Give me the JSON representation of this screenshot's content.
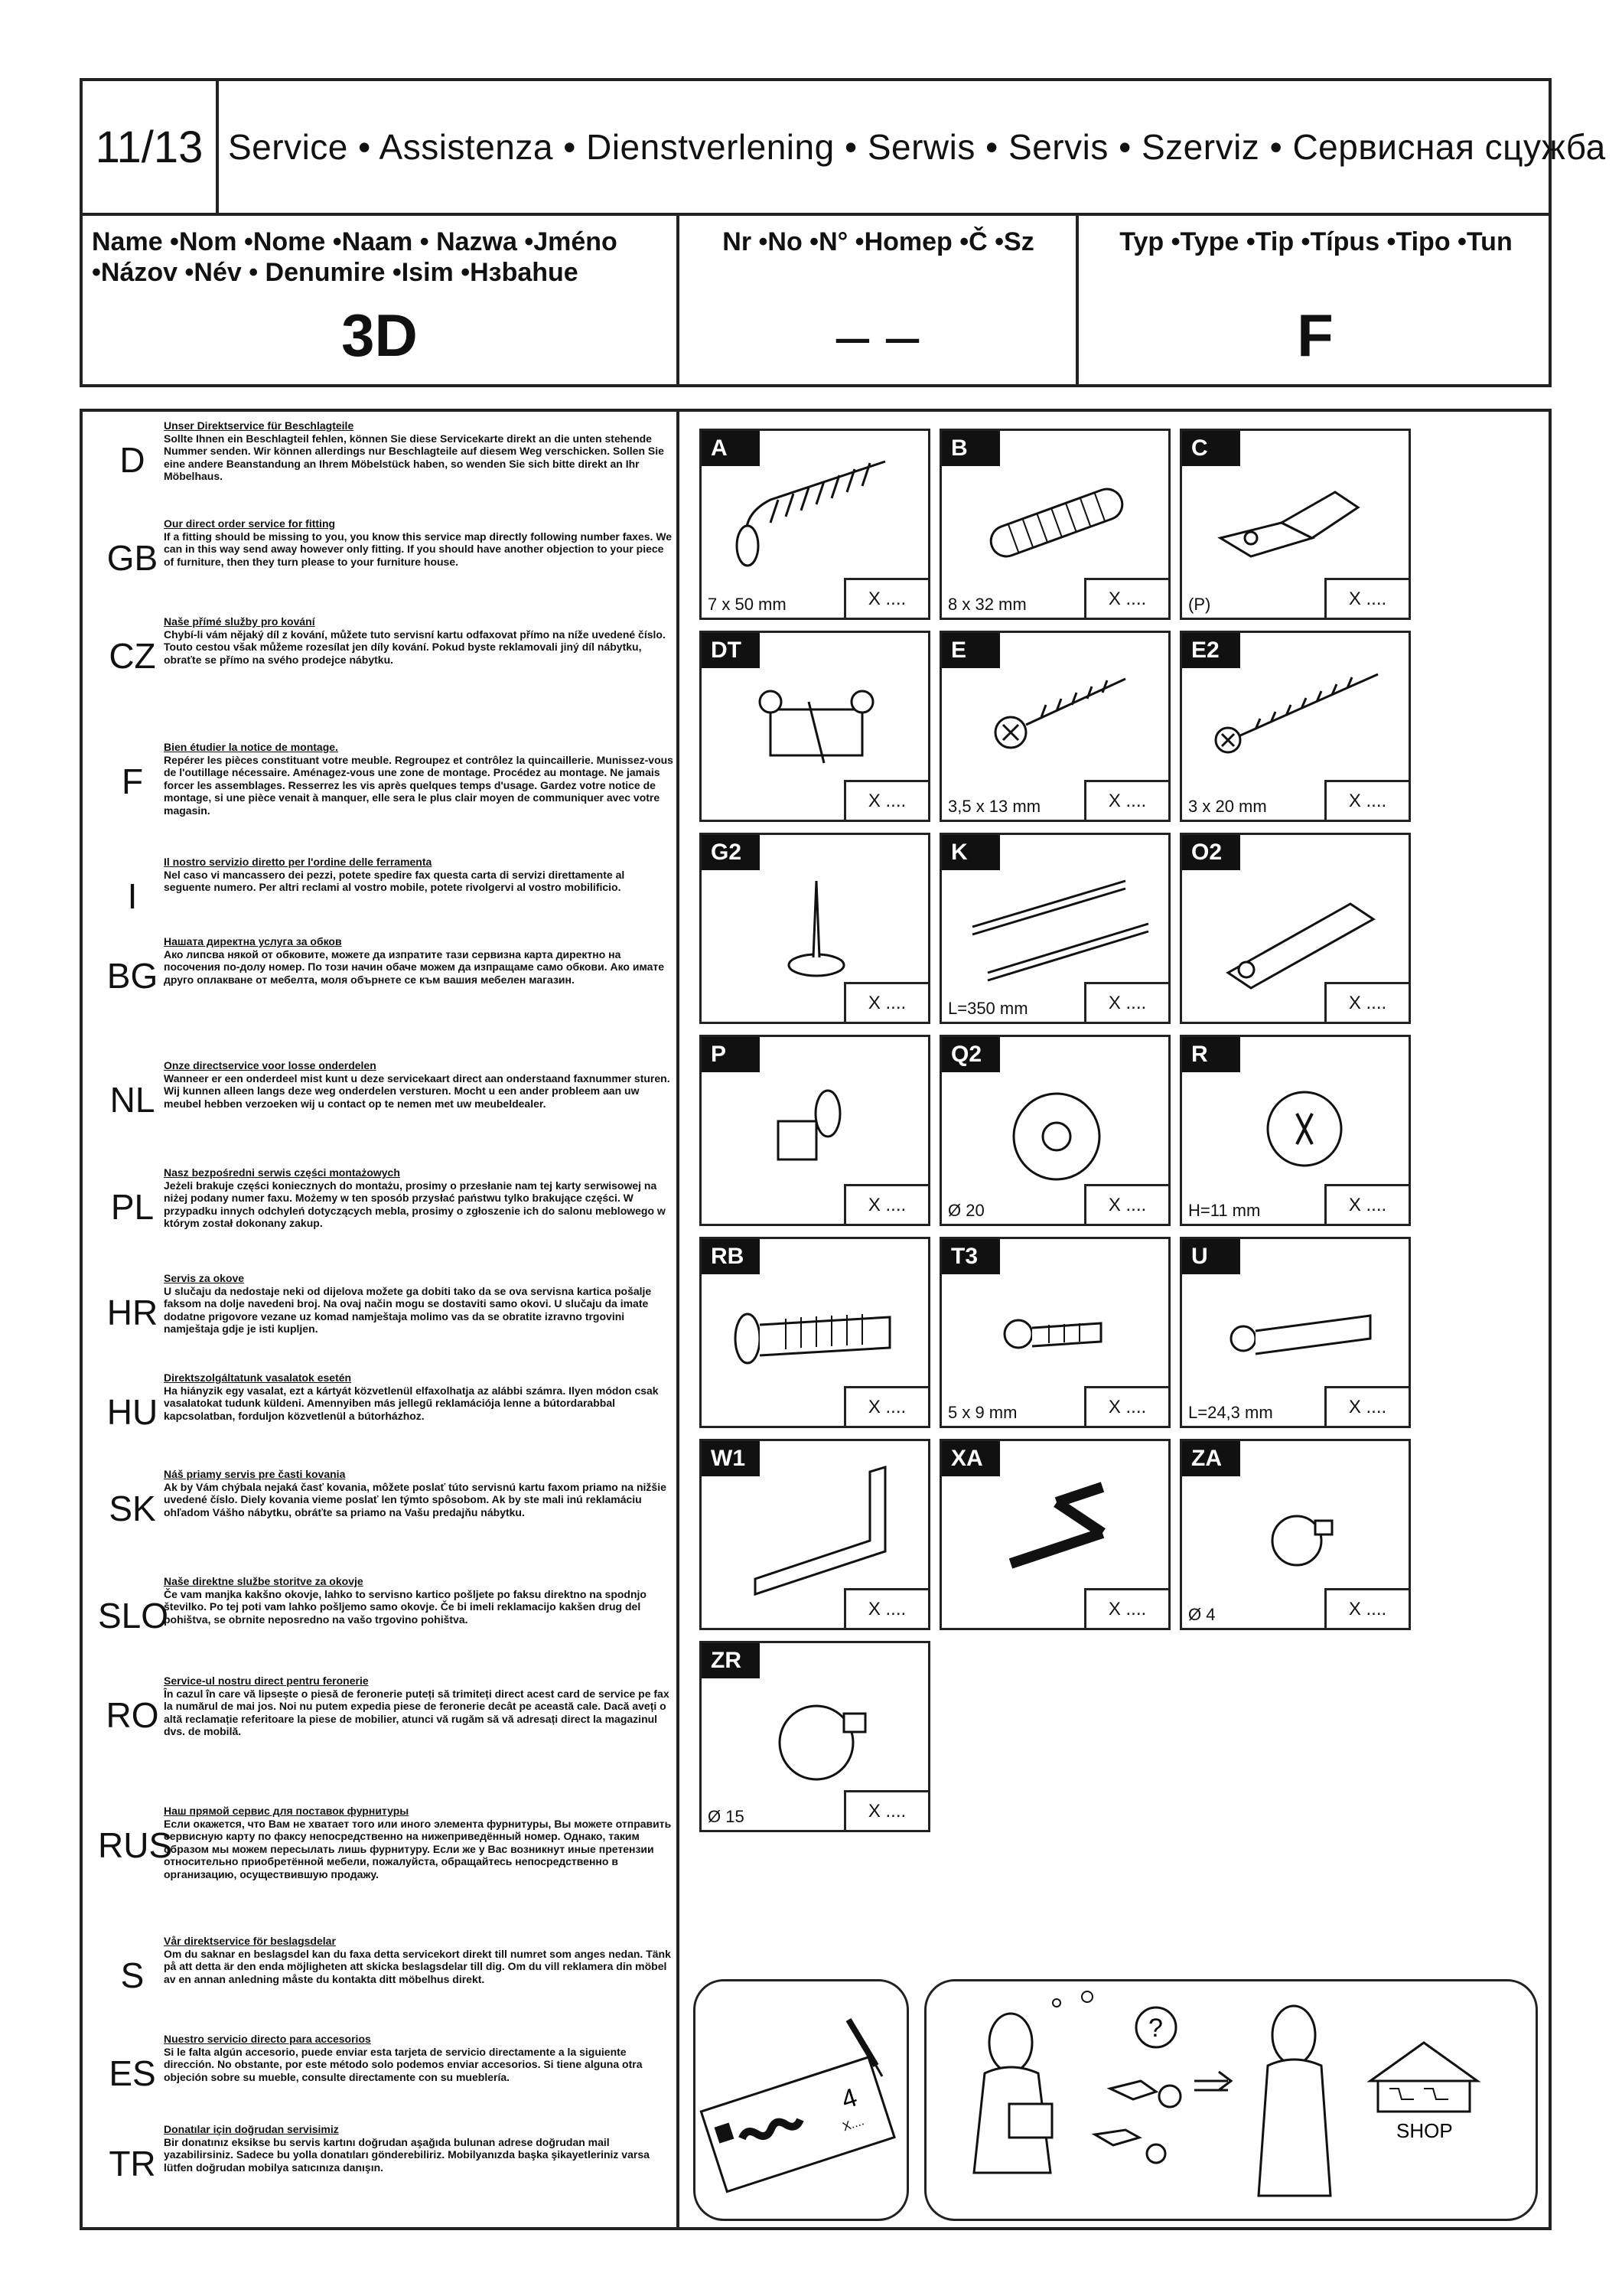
{
  "header": {
    "page_number": "11/13",
    "title": "Service • Assistenza • Dienstverlening • Serwis • Servis • Szerviz • Сервисная сцужба"
  },
  "identification": {
    "name_label": "Name •Nom •Nome •Naam • Nazwa •Jméno •Názov •Név • Denumire •Isim •Hзbahue",
    "name_value": "3D",
    "number_label": "Nr •No •N° •Homep •Č •Sz",
    "number_value": "– –",
    "type_label": "Typ •Type •Tip •Típus •Tipo •Tun",
    "type_value": "F"
  },
  "languages": [
    {
      "code": "D",
      "title": "Unser Direktservice für Beschlagteile",
      "text": "Sollte Ihnen ein Beschlagteil fehlen, können Sie diese Servicekarte direkt an die unten stehende Nummer senden. Wir können allerdings nur Beschlagteile auf diesem Weg verschicken. Sollen Sie eine andere Beanstandung an Ihrem Möbelstück haben, so wenden Sie sich bitte direkt an Ihr Möbelhaus."
    },
    {
      "code": "GB",
      "title": "Our direct order service for fitting",
      "text": "If a fitting should be missing to you, you know this service map directly following number faxes. We can in this way send away however only fitting. If you should have another objection to your piece of furniture, then they turn please to your furniture house."
    },
    {
      "code": "CZ",
      "title": "Naše přímé služby pro kování",
      "text": "Chybí-li vám nějaký díl z kování, můžete tuto servisní kartu odfaxovat přímo na níže uvedené číslo. Touto cestou však můžeme rozesílat jen díly kování. Pokud byste reklamovali jiný díl nábytku, obraťte se přímo na svého prodejce nábytku."
    },
    {
      "code": "F",
      "title": "Bien étudier la notice de montage.",
      "text": "Repérer les pièces constituant votre meuble. Regroupez et contrôlez la quincaillerie. Munissez-vous de l'outillage nécessaire. Aménagez-vous une zone de montage. Procédez au montage. Ne jamais forcer les assemblages. Resserrez les vis après quelques temps d'usage. Gardez votre notice de montage, si une pièce venait à manquer, elle sera le plus clair moyen de communiquer avec votre magasin."
    },
    {
      "code": "I",
      "title": "Il nostro servizio diretto per l'ordine delle ferramenta",
      "text": "Nel caso vi mancassero dei pezzi, potete spedire fax questa carta di servizi direttamente al seguente numero. Per altri reclami al vostro mobile, potete rivolgervi al vostro mobilificio."
    },
    {
      "code": "BG",
      "title": "Нашата директна услуга за обков",
      "text": "Ако липсва някой от обковите, можете да изпратите тази сервизна карта директно на посочения по-долу номер. По този начин обаче можем да изпращаме само обкови. Ако имате друго оплакване от мебелта, моля обърнете се към вашия мебелен магазин."
    },
    {
      "code": "NL",
      "title": "Onze directservice voor losse onderdelen",
      "text": "Wanneer er een onderdeel mist kunt u deze servicekaart direct aan onderstaand faxnummer sturen. Wij kunnen alleen langs deze weg onderdelen versturen. Mocht u een ander probleem aan uw meubel hebben verzoeken wij u contact op te nemen met uw meubeldealer."
    },
    {
      "code": "PL",
      "title": "Nasz bezpośredni serwis części montażowych",
      "text": "Jeżeli brakuje części koniecznych do montażu, prosimy o przesłanie nam tej karty serwisowej na niżej podany numer faxu. Możemy w ten sposób przysłać państwu tylko brakujące części. W przypadku innych odchyleń dotyczących mebla, prosimy o zgłoszenie ich do salonu meblowego w którym został dokonany zakup."
    },
    {
      "code": "HR",
      "title": "Servis za okove",
      "text": "U slučaju da nedostaje neki od dijelova možete ga dobiti tako da se ova servisna kartica pošalje faksom na dolje navedeni broj. Na ovaj način mogu se dostaviti samo okovi. U slučaju da imate dodatne prigovore vezane uz komad namještaja molimo vas da se obratite izravno trgovini namještaja gdje je isti kupljen."
    },
    {
      "code": "HU",
      "title": "Direktszolgáltatunk vasalatok esetén",
      "text": "Ha hiányzik egy vasalat, ezt a kártyát közvetlenül elfaxolhatja az alábbi számra. Ilyen módon csak vasalatokat tudunk küldeni. Amennyiben más jellegű reklamációja lenne a bútordarabbal kapcsolatban, forduljon közvetlenül a bútorházhoz."
    },
    {
      "code": "SK",
      "title": "Náš priamy servis pre časti kovania",
      "text": "Ak by Vám chýbala nejaká časť kovania, môžete poslať túto servisnú kartu faxom priamo na nižšie uvedené číslo. Diely kovania vieme poslať len týmto spôsobom. Ak by ste mali inú reklamáciu ohľadom Vášho nábytku, obráťte sa priamo na Vašu predajňu nábytku."
    },
    {
      "code": "SLO",
      "title": "Naše direktne službe storitve za okovje",
      "text": "Če vam manjka kakšno okovje, lahko to servisno kartico pošljete po faksu direktno na spodnjo številko. Po tej poti vam lahko pošljemo samo okovje. Če bi imeli reklamacijo kakšen drug del pohištva, se obrnite neposredno na vašo trgovino pohištva."
    },
    {
      "code": "RO",
      "title": "Service-ul nostru direct pentru feronerie",
      "text": "În cazul în care vă lipsește o piesă de feronerie puteți să trimiteți direct acest card de service pe fax la numărul de mai jos. Noi nu putem expedia piese de feronerie decât pe această cale. Dacă aveți o altă reclamație referitoare la piese de mobilier, atunci vă rugăm să vă adresați direct la magazinul dvs. de mobilă."
    },
    {
      "code": "RUS",
      "title": "Наш прямой сервис для поставок фурнитуры",
      "text": "Если окажется, что Вам не хватает того или иного элемента фурнитуры, Вы можете отправить сервисную карту по факсу непосредственно на нижеприведённый номер. Однако, таким образом мы можем пересылать лишь фурнитуру. Если же у Вас возникнут иные претензии относительно приобретённой мебели, пожалуйста, обращайтесь непосредственно в организацию, осуществившую продажу."
    },
    {
      "code": "S",
      "title": "Vår direktservice för beslagsdelar",
      "text": "Om du saknar en beslagsdel kan du faxa detta servicekort direkt till numret som anges nedan. Tänk på att detta är den enda möjligheten att skicka beslagsdelar till dig. Om du vill reklamera din möbel av en annan anledning måste du kontakta ditt möbelhus direkt."
    },
    {
      "code": "ES",
      "title": "Nuestro servicio directo para accesorios",
      "text": "Si le falta algún accesorio, puede enviar esta tarjeta de servicio directamente a la siguiente dirección. No obstante, por este método solo podemos enviar accesorios. Si tiene alguna otra objeción sobre su mueble, consulte directamente con su mueblería."
    },
    {
      "code": "TR",
      "title": "Donatılar için doğrudan servisimiz",
      "text": "Bir donatınız eksikse bu servis kartını doğrudan aşağıda bulunan adrese doğrudan mail yazabilirsiniz. Sadece bu yolla donatıları gönderebiliriz. Mobilyanızda başka şikayetleriniz varsa lütfen doğrudan mobilya satıcınıza danışın."
    }
  ],
  "parts": [
    {
      "label": "A",
      "dim": "7 x 50 mm",
      "qty": "X ....",
      "icon": "screw-icon"
    },
    {
      "label": "B",
      "dim": "8 x 32 mm",
      "qty": "X ....",
      "icon": "dowel-icon"
    },
    {
      "label": "C",
      "dim": "(P)",
      "qty": "X ....",
      "icon": "hinge-icon"
    },
    {
      "label": "DT",
      "dim": "",
      "qty": "X ....",
      "icon": "hinge-plate-icon"
    },
    {
      "label": "E",
      "dim": "3,5 x 13 mm",
      "qty": "X ....",
      "icon": "wood-screw-icon"
    },
    {
      "label": "E2",
      "dim": "3 x 20 mm",
      "qty": "X ....",
      "icon": "long-screw-icon"
    },
    {
      "label": "G2",
      "dim": "",
      "qty": "X ....",
      "icon": "nail-glide-icon"
    },
    {
      "label": "K",
      "dim": "L=350 mm",
      "qty": "X ....",
      "icon": "drawer-rail-icon"
    },
    {
      "label": "O2",
      "dim": "",
      "qty": "X ....",
      "icon": "catch-icon"
    },
    {
      "label": "P",
      "dim": "",
      "qty": "X ....",
      "icon": "shelf-pin-icon"
    },
    {
      "label": "Q2",
      "dim": "Ø 20",
      "qty": "X ....",
      "icon": "washer-icon"
    },
    {
      "label": "R",
      "dim": "H=11 mm",
      "qty": "X ....",
      "icon": "cam-lock-icon"
    },
    {
      "label": "RB",
      "dim": "",
      "qty": "X ....",
      "icon": "bolt-icon"
    },
    {
      "label": "T3",
      "dim": "5 x 9 mm",
      "qty": "X ....",
      "icon": "short-screw-icon"
    },
    {
      "label": "U",
      "dim": "L=24,3 mm",
      "qty": "X ....",
      "icon": "cam-bolt-icon"
    },
    {
      "label": "W1",
      "dim": "",
      "qty": "X ....",
      "icon": "angle-bracket-icon"
    },
    {
      "label": "XA",
      "dim": "",
      "qty": "X ....",
      "icon": "allen-key-icon"
    },
    {
      "label": "ZA",
      "dim": "Ø 4",
      "qty": "X ....",
      "icon": "cap-small-icon"
    },
    {
      "label": "ZR",
      "dim": "Ø 15",
      "qty": "X ....",
      "icon": "cap-large-icon"
    }
  ],
  "illustration": {
    "card_number": "4",
    "card_mark": "X....",
    "shop_label": "SHOP"
  }
}
